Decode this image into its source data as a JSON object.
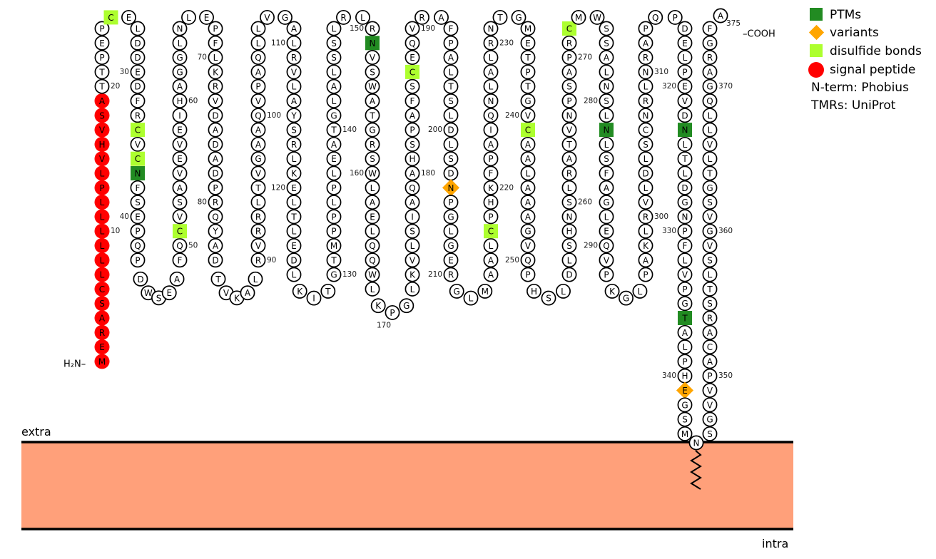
{
  "sequence": "MERASCLLLLLLPLVHVSATTPEPCELDDEDFRCVCNFSEPQPDWSEAFQCVSAVEVEIHAGGLNLEPFLKRVDADADPRQYADTVKALRVRRLTVGAAQVPAQLLVGALRVLAYSRLKELTLEDLKITGTMPPLPLEATGLALSSLRLRNVSWATGRSWLAELQQWLKPGLKVLSIAQAHSPAFSCEQVRAFPALTSLDLSDNPGLGERGLMAALCPHKFPAIQNLALRNTGMETPTGVCAALAAAGVQPHSLDLSHNSLRATVNPSAPRCMWSSALNSLNLSFAGLEQVPKGLPAKLRVLDLSCNRLNRAPQPDELPEVDNLTLDGNPFLVPGTALPHEGSMNSGVVPACARSTLSVGVSGTLVLLQGARGFA",
  "n_terminus_label": "H₂N–",
  "c_terminus_label": "–COOH",
  "membrane": {
    "extra_label": "extra",
    "intra_label": "intra",
    "color": "#FFA07A"
  },
  "features": {
    "signal_peptide": [
      1,
      19
    ],
    "ptms": [
      37,
      151,
      282,
      323,
      336
    ],
    "variants": [
      204,
      341
    ],
    "disulfide_bonds": [
      25,
      34,
      36,
      51,
      187,
      217,
      241,
      272
    ]
  },
  "position_labels": [
    10,
    20,
    30,
    40,
    50,
    60,
    70,
    80,
    90,
    100,
    110,
    120,
    130,
    140,
    150,
    160,
    170,
    180,
    190,
    200,
    210,
    220,
    230,
    240,
    250,
    260,
    270,
    280,
    290,
    300,
    310,
    320,
    330,
    340,
    350,
    360,
    370,
    375
  ],
  "colors": {
    "ptm": "#228B22",
    "variant": "#FFA500",
    "disulfide": "#ADFF2F",
    "signal_peptide": "#FF0000"
  },
  "legend": {
    "items": [
      {
        "label": "PTMs",
        "shape": "square",
        "color": "#228B22"
      },
      {
        "label": "variants",
        "shape": "diamond",
        "color": "#FFA500"
      },
      {
        "label": "disulfide bonds",
        "shape": "square",
        "color": "#ADFF2F"
      },
      {
        "label": "signal peptide",
        "shape": "circle",
        "color": "#FF0000"
      }
    ],
    "lines": [
      "N-term: Phobius",
      "TMRs: UniProt"
    ]
  }
}
